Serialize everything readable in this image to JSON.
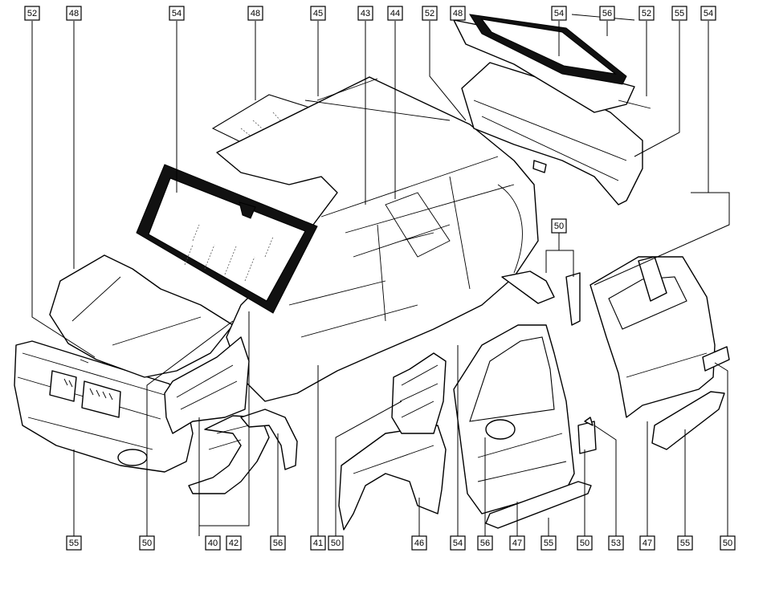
{
  "callouts": {
    "top": [
      "52",
      "48",
      "54",
      "48",
      "45",
      "43",
      "44",
      "52",
      "48",
      "54",
      "56",
      "52",
      "55",
      "54"
    ],
    "door_group": "50",
    "bottom": [
      "55",
      "50",
      "40",
      "42",
      "56",
      "41",
      "50",
      "46",
      "54",
      "56",
      "47",
      "55",
      "50",
      "53",
      "47",
      "55",
      "50"
    ]
  }
}
